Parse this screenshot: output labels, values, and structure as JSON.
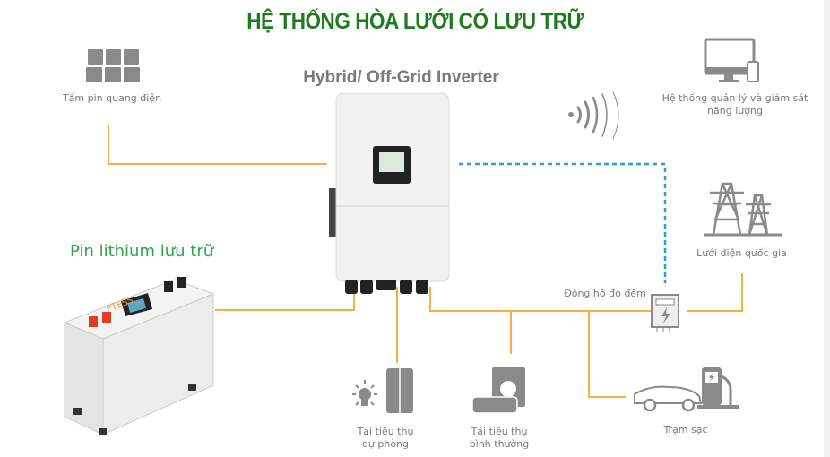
{
  "title": "HỆ THỐNG HÒA LƯỚI CÓ LƯU TRỮ",
  "inverter": {
    "title": "Hybrid/ Off-Grid Inverter"
  },
  "solar": {
    "label": "Tấm pin quang điện"
  },
  "monitoring": {
    "label_line1": "Hệ thống quản lý và giám sát",
    "label_line2": "năng lượng"
  },
  "grid": {
    "label": "Lưới điện quốc gia"
  },
  "meter": {
    "label": "Đồng hồ đo đếm"
  },
  "battery": {
    "title": "Pin lithium lưu trữ",
    "brand": "PTESS"
  },
  "backup_load": {
    "label_line1": "Tải tiêu thụ",
    "label_line2": "dự phòng"
  },
  "normal_load": {
    "label_line1": "Tải tiêu thụ",
    "label_line2": "bình thường"
  },
  "charger": {
    "label": "Trạm sạc"
  },
  "colors": {
    "title": "#1e7b1e",
    "battery_title": "#2aa84a",
    "power_line": "#f5b041",
    "data_line": "#2e9be0",
    "icon": "#8a8a8a"
  }
}
